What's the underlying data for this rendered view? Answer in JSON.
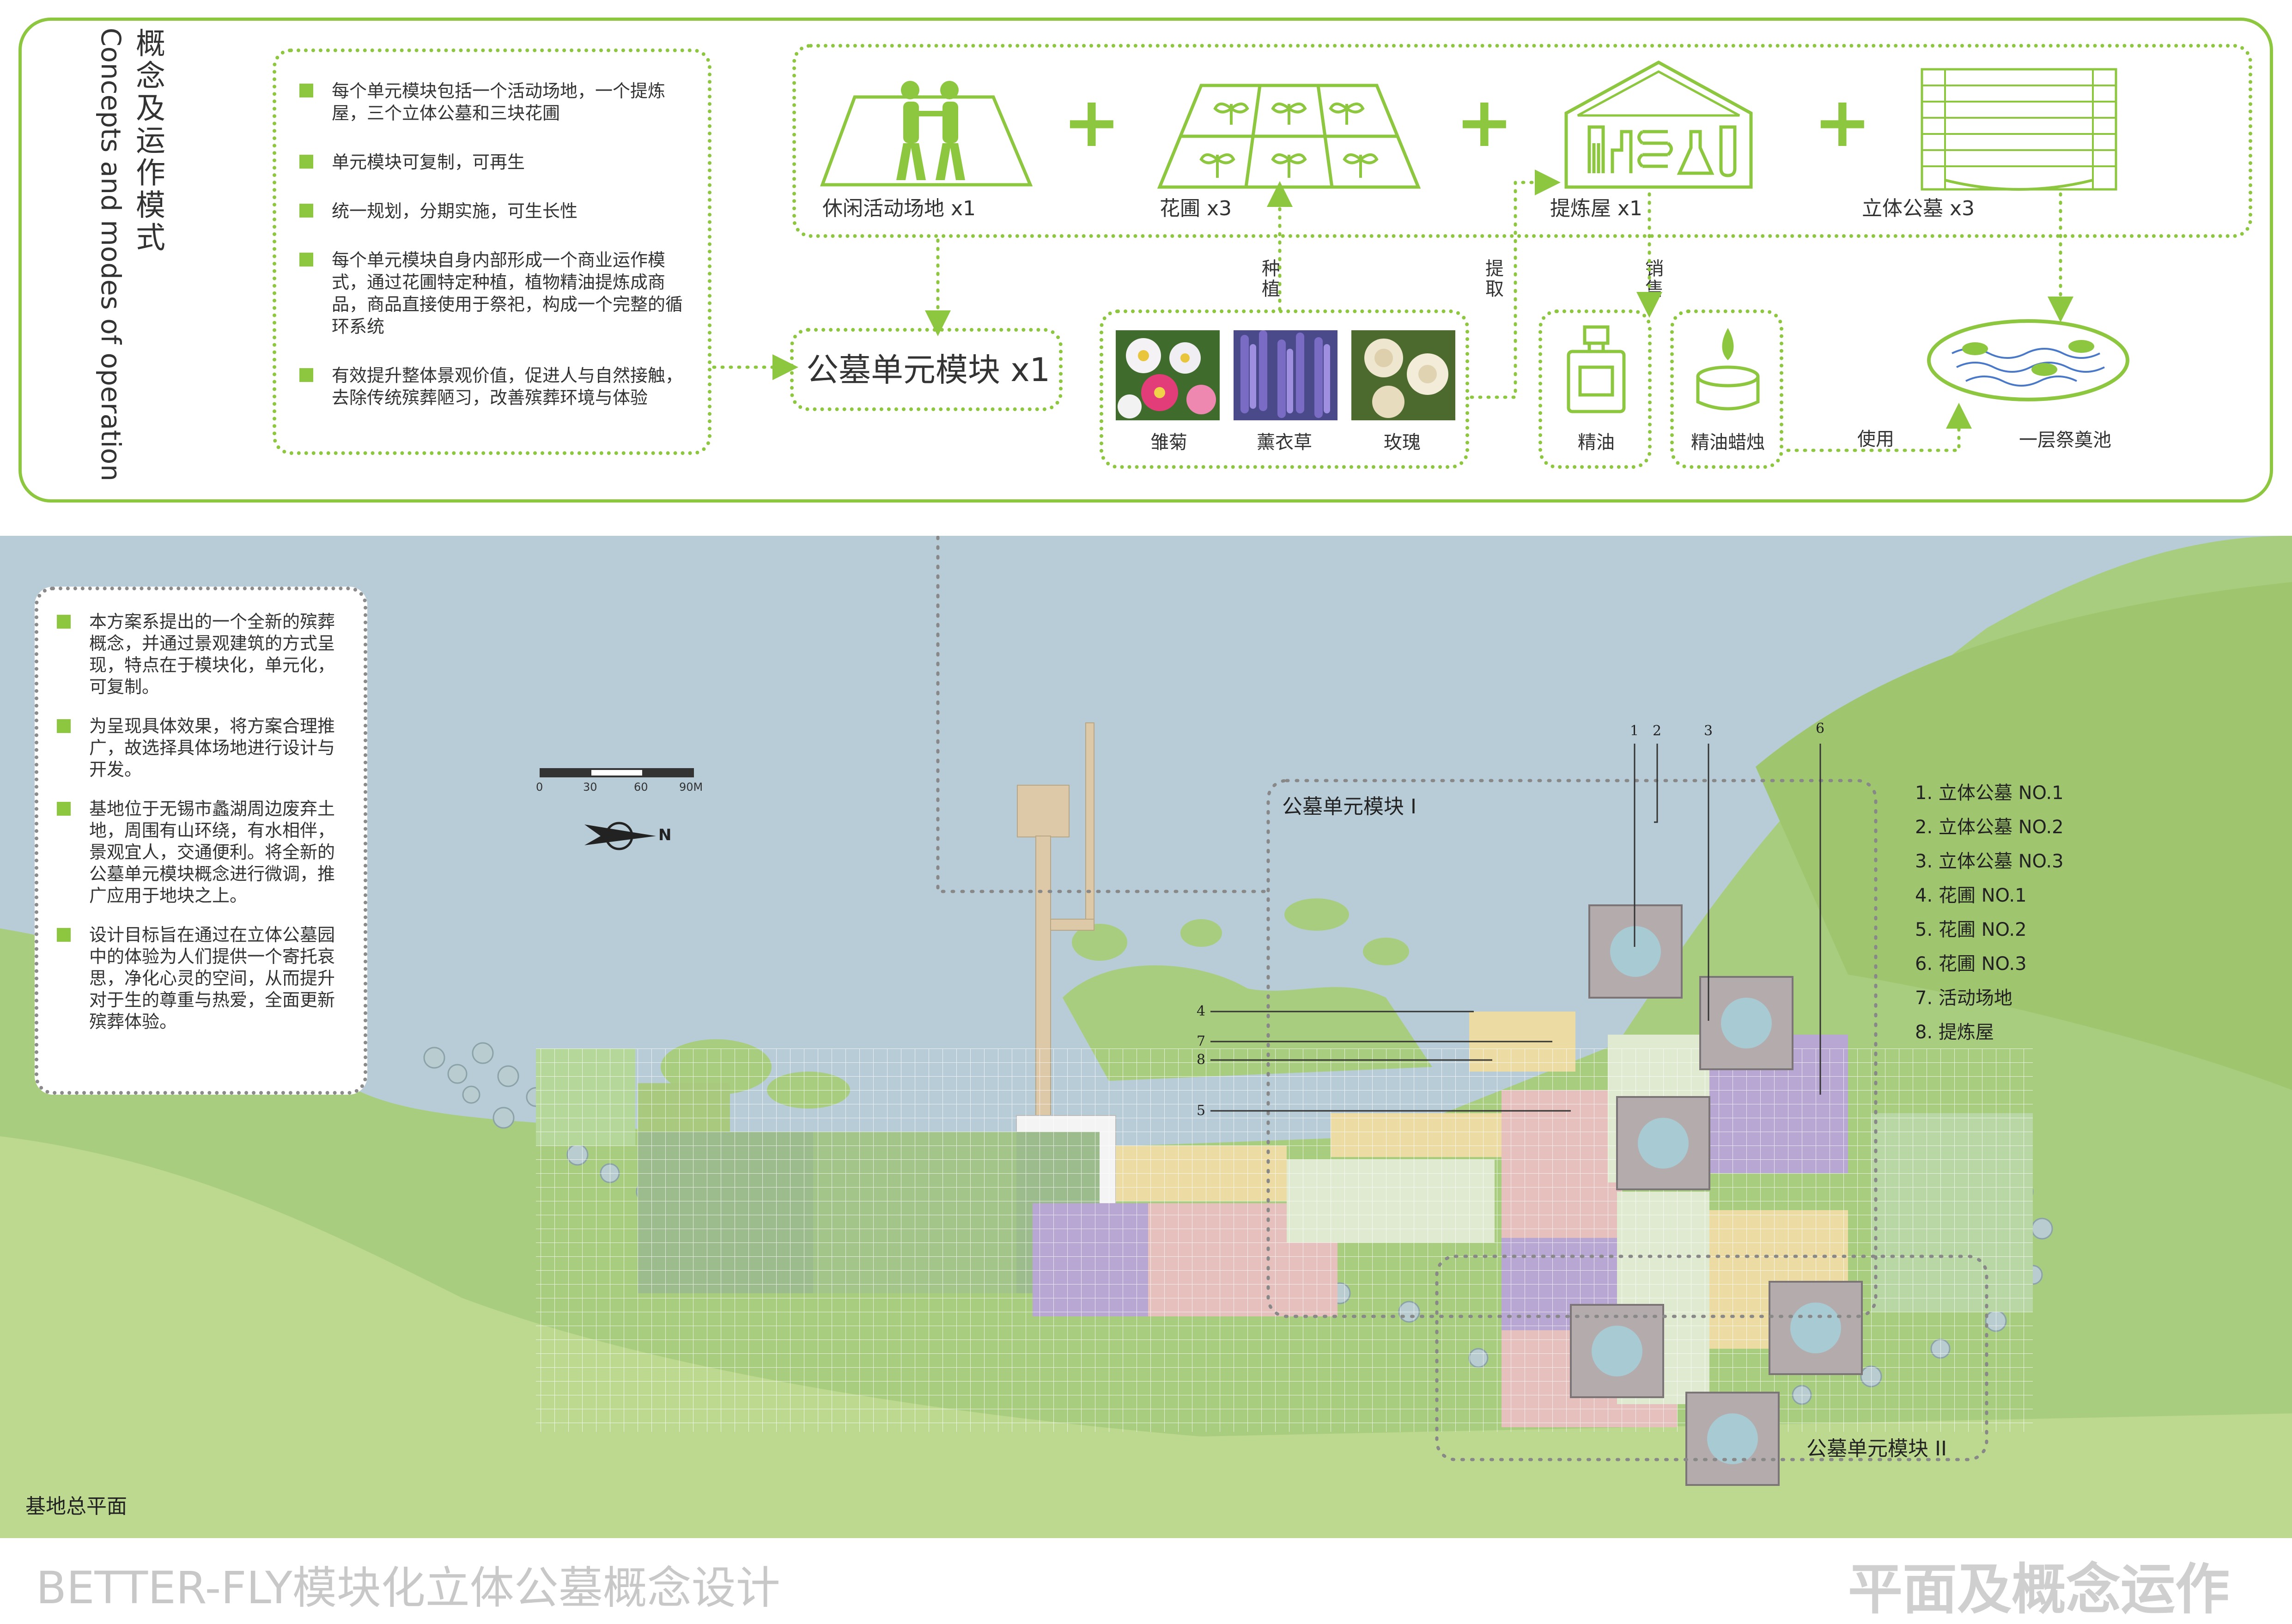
{
  "concept": {
    "title_cn": "概念及运作模式",
    "title_en": "Concepts and modes of operation",
    "bullets": [
      "每个单元模块包括一个活动场地，一个提炼屋，三个立体公墓和三块花圃",
      "单元模块可复制，可再生",
      "统一规划，分期实施，可生长性",
      "每个单元模块自身内部形成一个商业运作模式，通过花圃特定种植，植物精油提炼成商品，商品直接使用于祭祀，构成一个完整的循环系统",
      "有效提升整体景观价值，促进人与自然接触，去除传统殡葬陋习，改善殡葬环境与体验"
    ],
    "components": {
      "activity": "休闲活动场地 x1",
      "garden": "花圃 x3",
      "refinery": "提炼屋 x1",
      "cemetery": "立体公墓 x3"
    },
    "module": "公墓单元模块 x1",
    "flows": {
      "plant": "种植",
      "extract": "提取",
      "sell": "销售",
      "use": "使用"
    },
    "flowers": [
      "雏菊",
      "薰衣草",
      "玫瑰"
    ],
    "products": [
      "精油",
      "精油蜡烛"
    ],
    "pool": "一层祭奠池"
  },
  "site": {
    "notes": [
      "本方案系提出的一个全新的殡葬概念，并通过景观建筑的方式呈现，特点在于模块化，单元化，可复制。",
      "为呈现具体效果，将方案合理推广，故选择具体场地进行设计与开发。",
      "基地位于无锡市蠡湖周边废弃土地，周围有山环绕，有水相伴，景观宜人，交通便利。将全新的公墓单元模块概念进行微调，推广应用于地块之上。",
      "设计目标旨在通过在立体公墓园中的体验为人们提供一个寄托哀思，净化心灵的空间，从而提升对于生的尊重与热爱，全面更新殡葬体验。"
    ],
    "scale_ticks": [
      "0",
      "30",
      "60",
      "90M"
    ],
    "north": "N",
    "module1": "公墓单元模块 I",
    "module2": "公墓单元模块 II",
    "legend": [
      "1. 立体公墓 NO.1",
      "2. 立体公墓 NO.2",
      "3. 立体公墓 NO.3",
      "4. 花圃 NO.1",
      "5. 花圃 NO.2",
      "6. 花圃 NO.3",
      "7. 活动场地",
      "8. 提炼屋"
    ],
    "callouts": [
      "1",
      "2",
      "3",
      "6",
      "4",
      "7",
      "8",
      "5"
    ],
    "plan_label": "基地总平面"
  },
  "footer": {
    "title": "BETTER-FLY模块化立体公墓概念设计",
    "section": "平面及概念运作"
  }
}
